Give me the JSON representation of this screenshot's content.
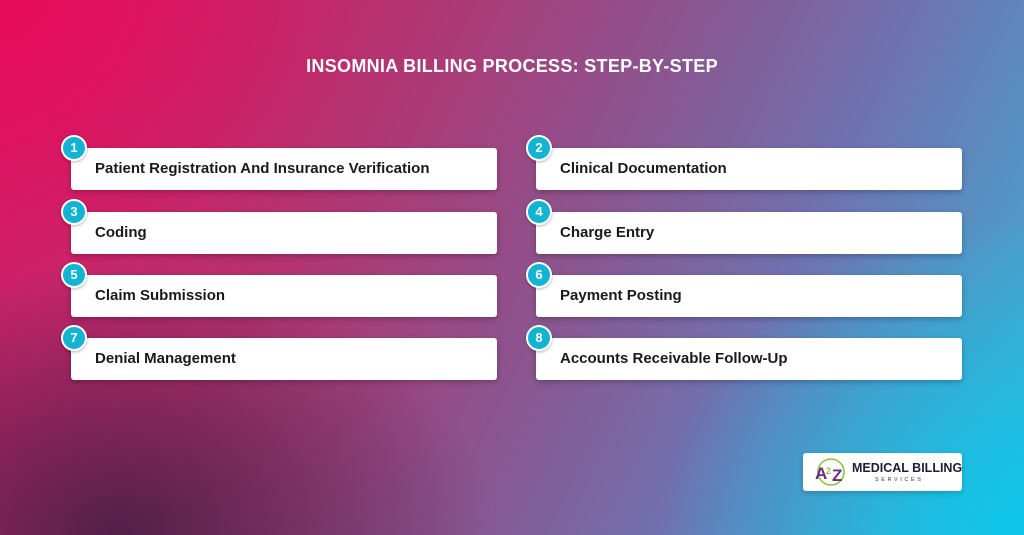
{
  "title": "INSOMNIA BILLING PROCESS: STEP-BY-STEP",
  "steps": [
    {
      "number": "1",
      "label": "Patient Registration And Insurance Verification"
    },
    {
      "number": "2",
      "label": "Clinical Documentation"
    },
    {
      "number": "3",
      "label": "Coding"
    },
    {
      "number": "4",
      "label": "Charge Entry"
    },
    {
      "number": "5",
      "label": "Claim Submission"
    },
    {
      "number": "6",
      "label": "Payment Posting"
    },
    {
      "number": "7",
      "label": "Denial Management"
    },
    {
      "number": "8",
      "label": "Accounts Receivable Follow-Up"
    }
  ],
  "logo": {
    "mark_text": "A2Z",
    "name": "MEDICAL BILLING",
    "sub": "SERVICES"
  },
  "colors": {
    "badge": "#12b3d3",
    "background_left": "#e80a58",
    "background_right": "#0ac8eb",
    "logo_purple": "#6a2a8a",
    "logo_green": "#8cc63f"
  }
}
